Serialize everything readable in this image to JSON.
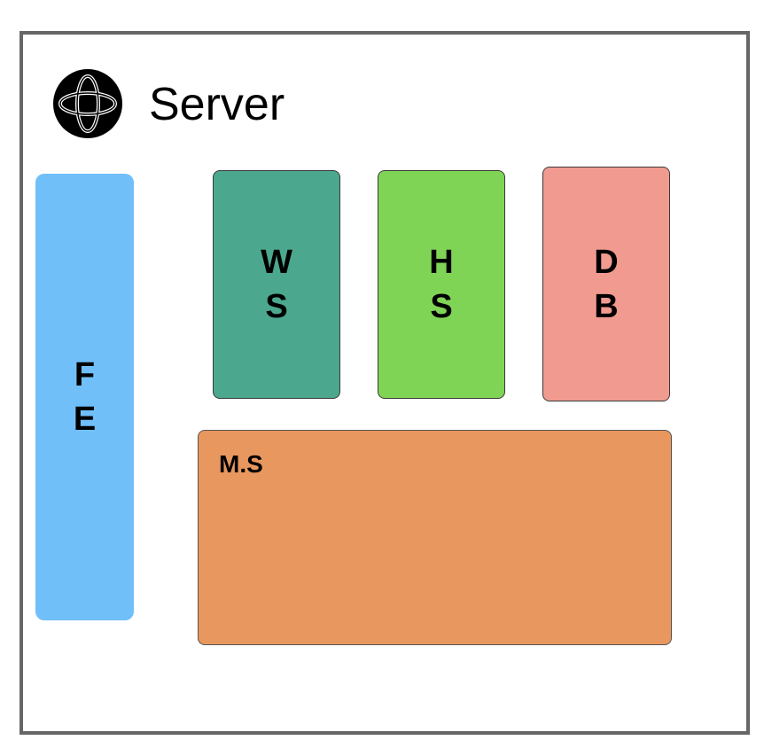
{
  "header": {
    "title": "Server",
    "logo_icon": "server-logo-icon"
  },
  "blocks": {
    "fe": {
      "label": "F\nE",
      "color": "#70BFF9"
    },
    "ws": {
      "label": "W\nS",
      "color": "#4BA78D"
    },
    "hs": {
      "label": "H\nS",
      "color": "#80D455"
    },
    "db": {
      "label": "D\nB",
      "color": "#F19A90"
    },
    "ms": {
      "label": "M.S",
      "color": "#E8975F"
    }
  }
}
